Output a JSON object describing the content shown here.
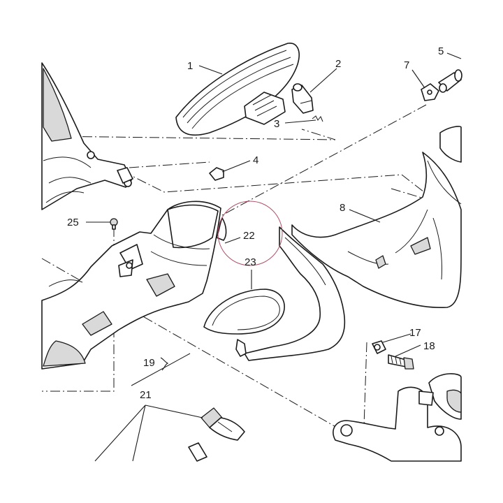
{
  "diagram": {
    "callouts": [
      {
        "id": "c1",
        "label": "1"
      },
      {
        "id": "c2",
        "label": "2"
      },
      {
        "id": "c3",
        "label": "3"
      },
      {
        "id": "c4",
        "label": "4"
      },
      {
        "id": "c5",
        "label": "5"
      },
      {
        "id": "c7",
        "label": "7"
      },
      {
        "id": "c8",
        "label": "8"
      },
      {
        "id": "c17",
        "label": "17"
      },
      {
        "id": "c18",
        "label": "18"
      },
      {
        "id": "c19",
        "label": "19"
      },
      {
        "id": "c21",
        "label": "21"
      },
      {
        "id": "c22",
        "label": "22"
      },
      {
        "id": "c23",
        "label": "23"
      },
      {
        "id": "c25",
        "label": "25"
      }
    ],
    "highlight": {
      "target_label": "22",
      "color": "#b0506a"
    },
    "colors": {
      "line": "#1a1a1a",
      "shade": "#d9d9d9",
      "background": "#ffffff"
    }
  }
}
